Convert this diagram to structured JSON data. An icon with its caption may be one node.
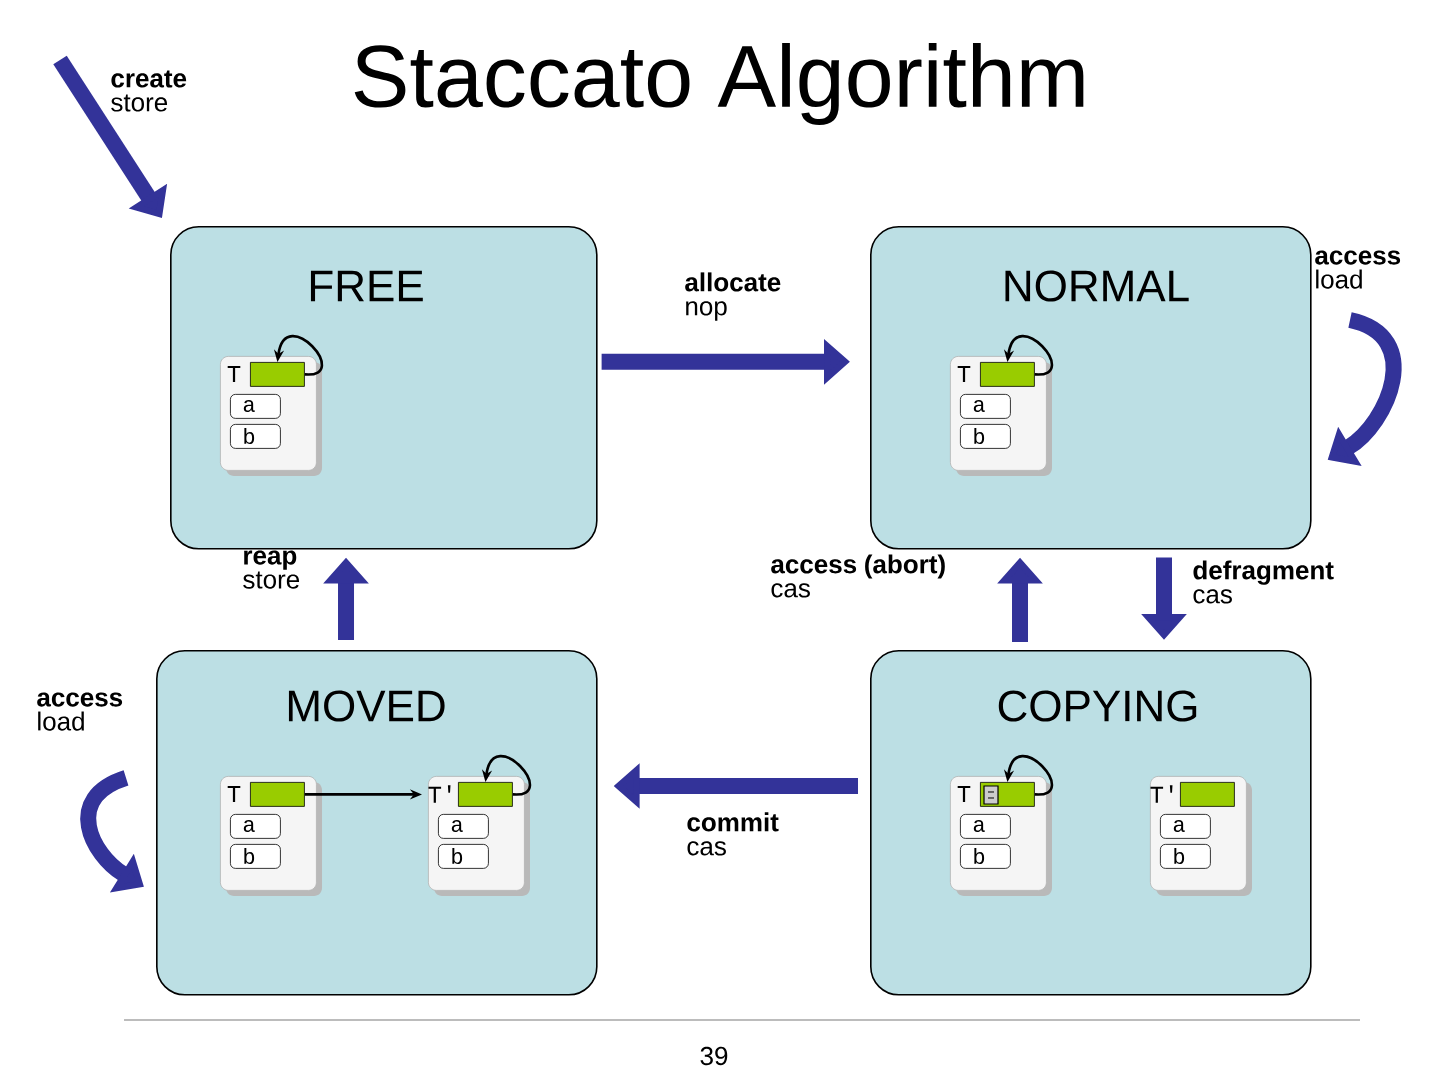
{
  "diagram": {
    "title": "Staccato Algorithm",
    "nodes": [
      {
        "text": [
          "FREE"
        ]
      },
      {
        "text": [
          "T"
        ],
        "in": 0
      },
      {
        "text": [],
        "shape": "box",
        "in": 1
      },
      {
        "text": [
          "a"
        ],
        "in": 1
      },
      {
        "text": [
          "b"
        ],
        "in": 1
      },
      {
        "text": [
          "NORMAL"
        ]
      },
      {
        "text": [
          "T"
        ],
        "in": 5
      },
      {
        "text": [],
        "shape": "box",
        "in": 6
      },
      {
        "text": [
          "a"
        ],
        "in": 6
      },
      {
        "text": [
          "b"
        ],
        "in": 6
      },
      {
        "text": [
          "MOVED"
        ]
      },
      {
        "text": [
          "T"
        ],
        "in": 10
      },
      {
        "text": [],
        "shape": "box",
        "in": 11
      },
      {
        "text": [
          "a"
        ],
        "in": 11
      },
      {
        "text": [
          "b"
        ],
        "in": 11
      },
      {
        "text": [
          "T'"
        ],
        "in": 10
      },
      {
        "text": [],
        "shape": "box",
        "in": 15
      },
      {
        "text": [
          "a"
        ],
        "in": 15
      },
      {
        "text": [
          "b"
        ],
        "in": 15
      },
      {
        "text": [
          "COPYING"
        ]
      },
      {
        "text": [
          "T"
        ],
        "in": 19
      },
      {
        "text": [],
        "shape": "box",
        "in": 20
      },
      {
        "text": [
          "a"
        ],
        "in": 20
      },
      {
        "text": [
          "b"
        ],
        "in": 20
      },
      {
        "text": [
          "T'"
        ],
        "in": 19
      },
      {
        "text": [],
        "shape": "box",
        "in": 24
      },
      {
        "text": [
          "a"
        ],
        "in": 24
      },
      {
        "text": [
          "b"
        ],
        "in": 24
      }
    ],
    "edges": [
      {
        "from": null,
        "to": 0,
        "arrow": "to",
        "label": "**create** store"
      },
      {
        "from": 0,
        "to": 5,
        "arrow": "to",
        "label": "**allocate** nop"
      },
      {
        "from": null,
        "to": 5,
        "arrow": "to",
        "label": "**access** load"
      },
      {
        "from": 5,
        "to": 19,
        "arrow": "to",
        "label": "**defragment** cas"
      },
      {
        "from": 19,
        "to": 5,
        "arrow": "to",
        "label": "**access (abort)** cas"
      },
      {
        "from": 19,
        "to": 10,
        "arrow": "to",
        "label": "**commit** cas"
      },
      {
        "from": null,
        "to": 10,
        "arrow": "to",
        "label": "**access** load"
      },
      {
        "from": 10,
        "to": 0,
        "arrow": "to",
        "label": "**reap** store"
      },
      {
        "from": 2,
        "to": 2,
        "arrow": "to",
        "color": "#000000"
      },
      {
        "from": 7,
        "to": 7,
        "arrow": "to",
        "color": "#000000"
      },
      {
        "from": 12,
        "to": 15,
        "arrow": "to",
        "color": "#000000"
      },
      {
        "from": 16,
        "to": 16,
        "arrow": "to",
        "color": "#000000"
      },
      {
        "from": 21,
        "to": 21,
        "arrow": "to",
        "color": "#000000"
      }
    ],
    "labels": [
      "39"
    ]
  }
}
